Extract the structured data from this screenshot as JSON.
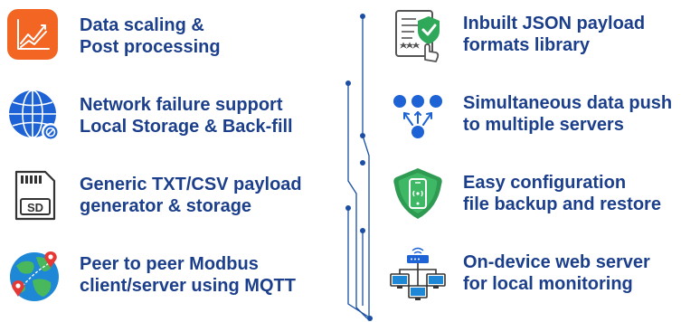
{
  "features": {
    "left": [
      {
        "line1": "Data scaling &",
        "line2": "Post processing",
        "icon": "chart-line-icon"
      },
      {
        "line1": "Network failure support",
        "line2": "Local Storage & Back-fill",
        "icon": "globe-block-icon"
      },
      {
        "line1": "Generic TXT/CSV payload",
        "line2": "generator & storage",
        "icon": "sd-card-icon"
      },
      {
        "line1": "Peer to peer Modbus",
        "line2": "client/server using MQTT",
        "icon": "world-map-pins-icon"
      }
    ],
    "right": [
      {
        "line1": "Inbuilt JSON payload",
        "line2": "formats library",
        "icon": "document-check-icon"
      },
      {
        "line1": "Simultaneous data push",
        "line2": "to multiple servers",
        "icon": "multi-server-push-icon"
      },
      {
        "line1": "Easy configuration",
        "line2": "file backup and restore",
        "icon": "phone-shield-icon"
      },
      {
        "line1": "On-device web server",
        "line2": "for local monitoring",
        "icon": "network-monitors-icon"
      }
    ]
  },
  "sd_label": "SD",
  "colors": {
    "text": "#1c3f8c",
    "accent_orange": "#f26522",
    "accent_blue": "#1e63d6",
    "accent_green": "#2fa85a",
    "connector": "#1a4fa3"
  }
}
